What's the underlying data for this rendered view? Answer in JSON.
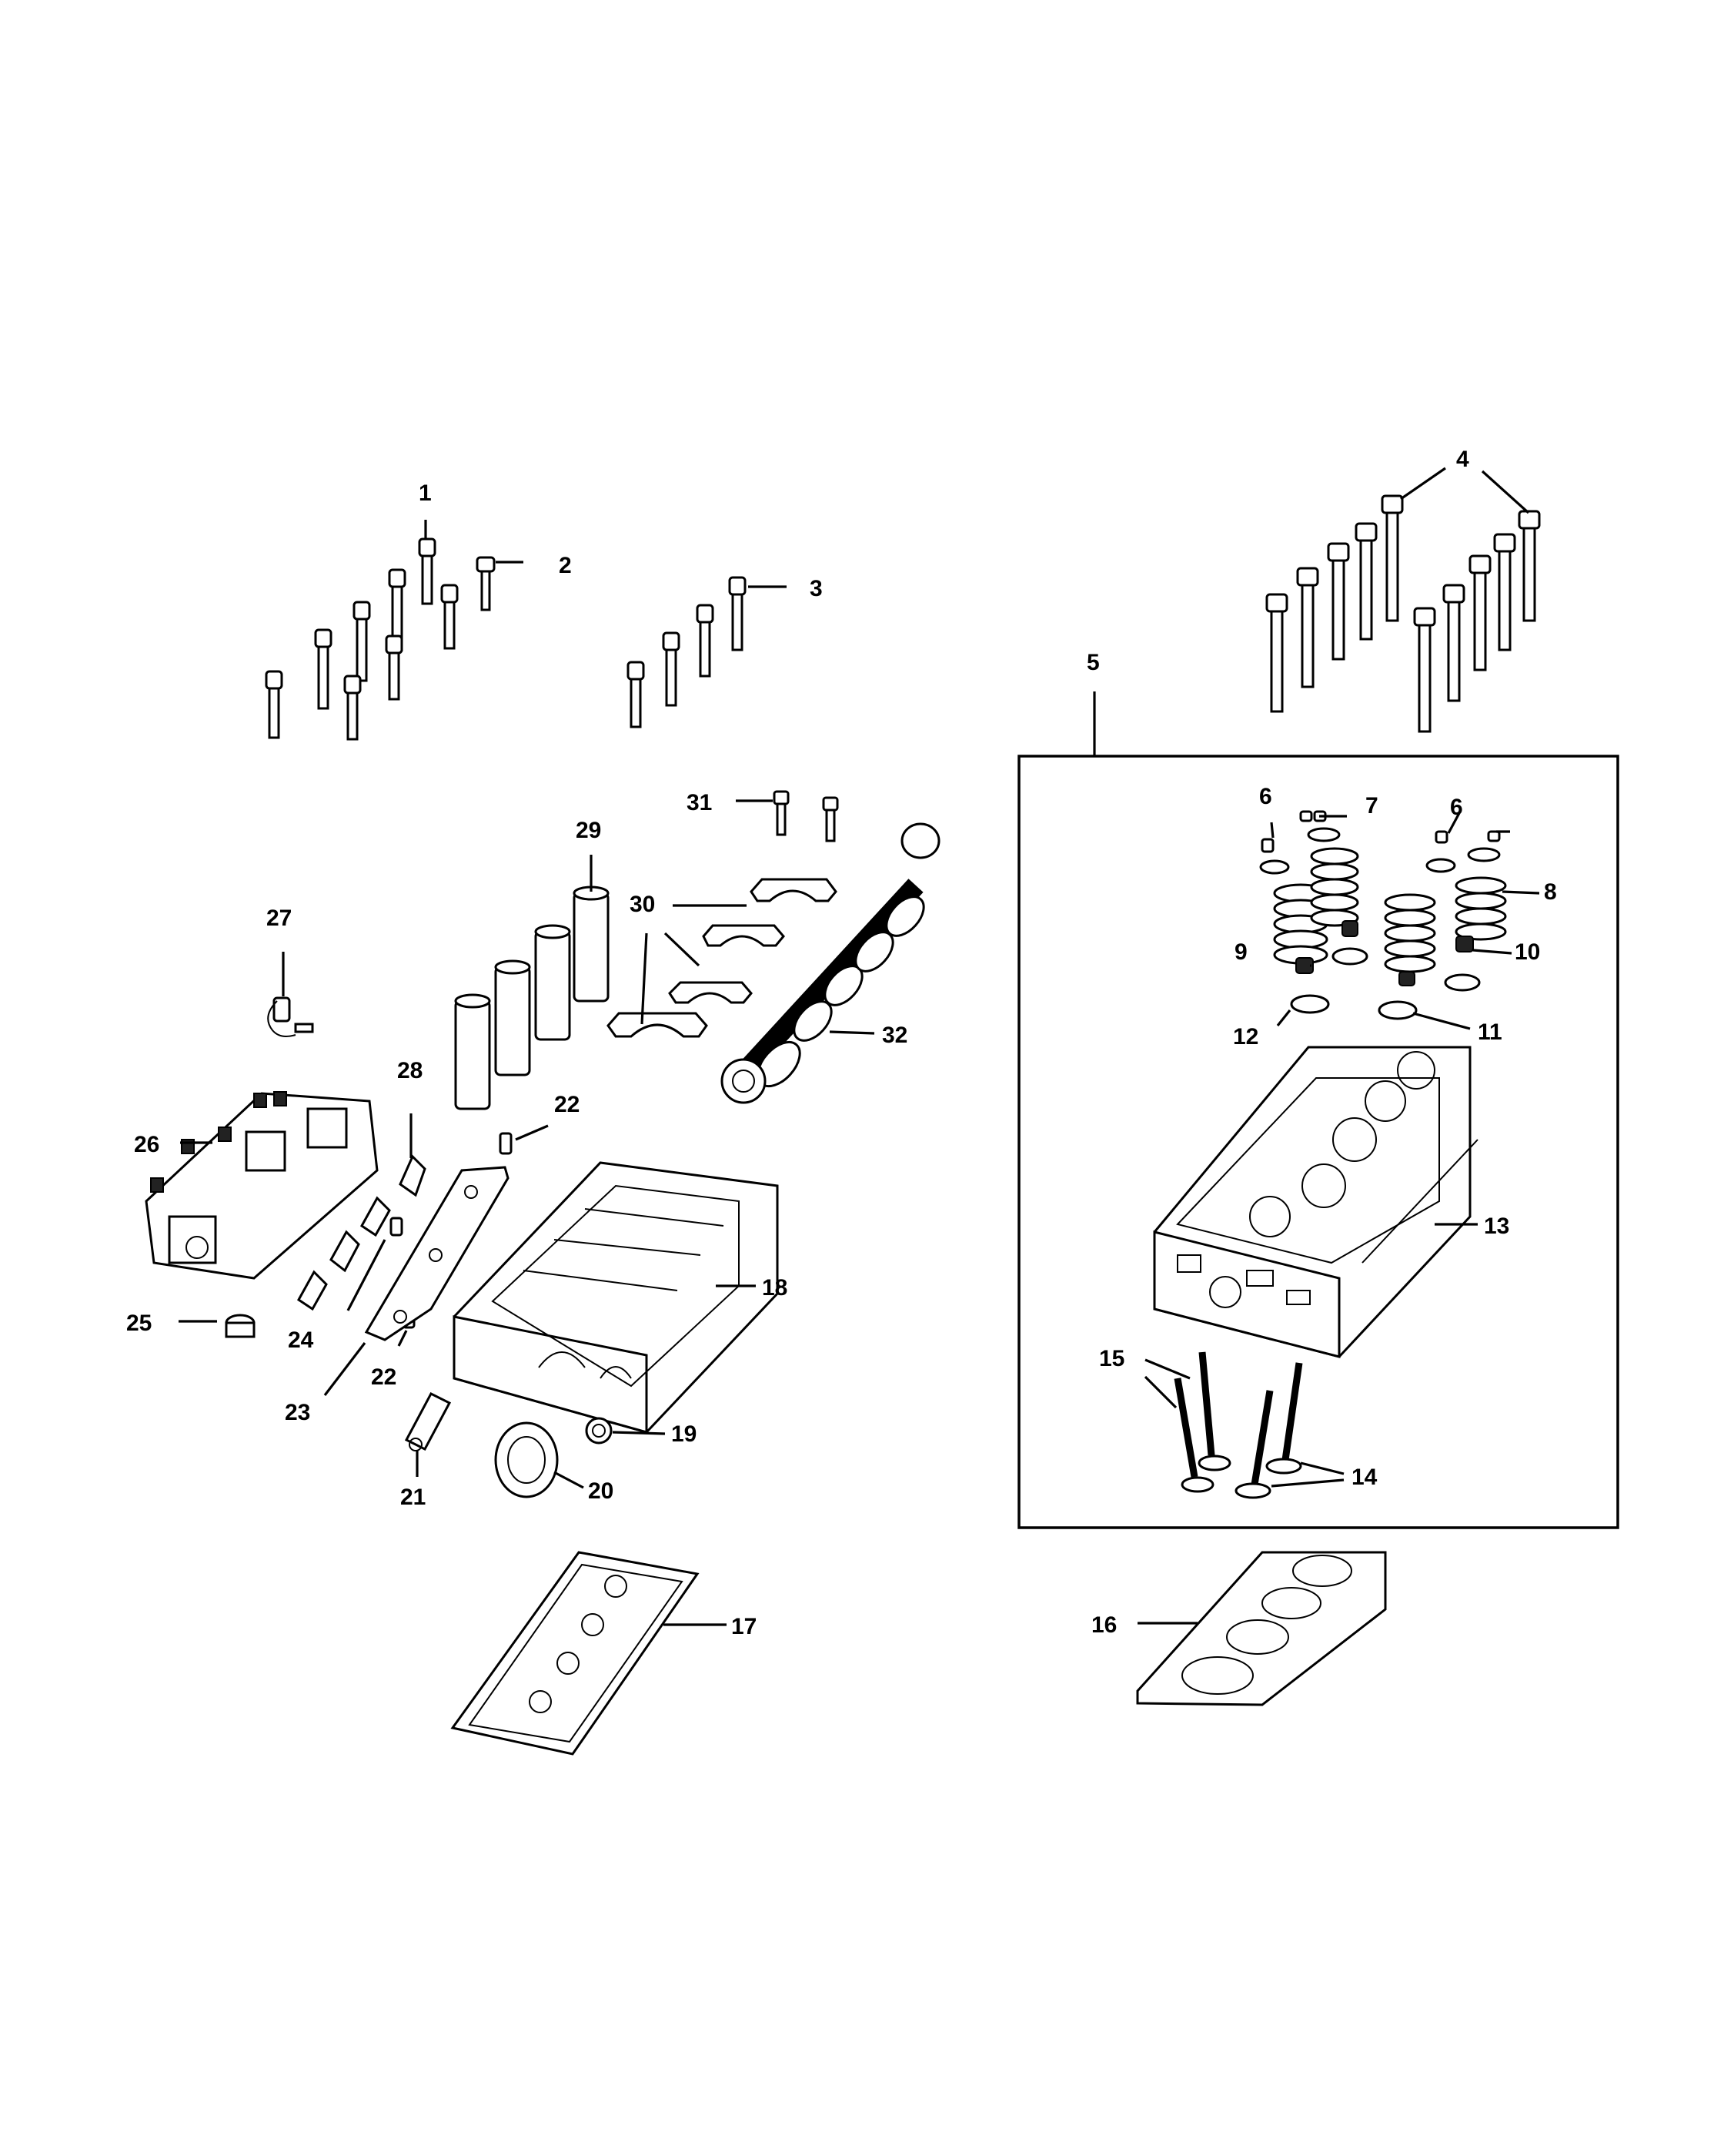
{
  "diagram": {
    "callouts": [
      {
        "id": "1",
        "text": "1"
      },
      {
        "id": "2",
        "text": "2"
      },
      {
        "id": "3",
        "text": "3"
      },
      {
        "id": "4",
        "text": "4"
      },
      {
        "id": "5",
        "text": "5"
      },
      {
        "id": "6a",
        "text": "6"
      },
      {
        "id": "6b",
        "text": "6"
      },
      {
        "id": "7",
        "text": "7"
      },
      {
        "id": "8",
        "text": "8"
      },
      {
        "id": "9",
        "text": "9"
      },
      {
        "id": "10",
        "text": "10"
      },
      {
        "id": "11",
        "text": "11"
      },
      {
        "id": "12",
        "text": "12"
      },
      {
        "id": "13",
        "text": "13"
      },
      {
        "id": "14",
        "text": "14"
      },
      {
        "id": "15",
        "text": "15"
      },
      {
        "id": "16",
        "text": "16"
      },
      {
        "id": "17",
        "text": "17"
      },
      {
        "id": "18",
        "text": "18"
      },
      {
        "id": "19",
        "text": "19"
      },
      {
        "id": "20",
        "text": "20"
      },
      {
        "id": "21",
        "text": "21"
      },
      {
        "id": "22a",
        "text": "22"
      },
      {
        "id": "22b",
        "text": "22"
      },
      {
        "id": "23",
        "text": "23"
      },
      {
        "id": "24",
        "text": "24"
      },
      {
        "id": "25",
        "text": "25"
      },
      {
        "id": "26",
        "text": "26"
      },
      {
        "id": "27",
        "text": "27"
      },
      {
        "id": "28",
        "text": "28"
      },
      {
        "id": "29",
        "text": "29"
      },
      {
        "id": "30",
        "text": "30"
      },
      {
        "id": "31",
        "text": "31"
      },
      {
        "id": "32",
        "text": "32"
      }
    ]
  }
}
